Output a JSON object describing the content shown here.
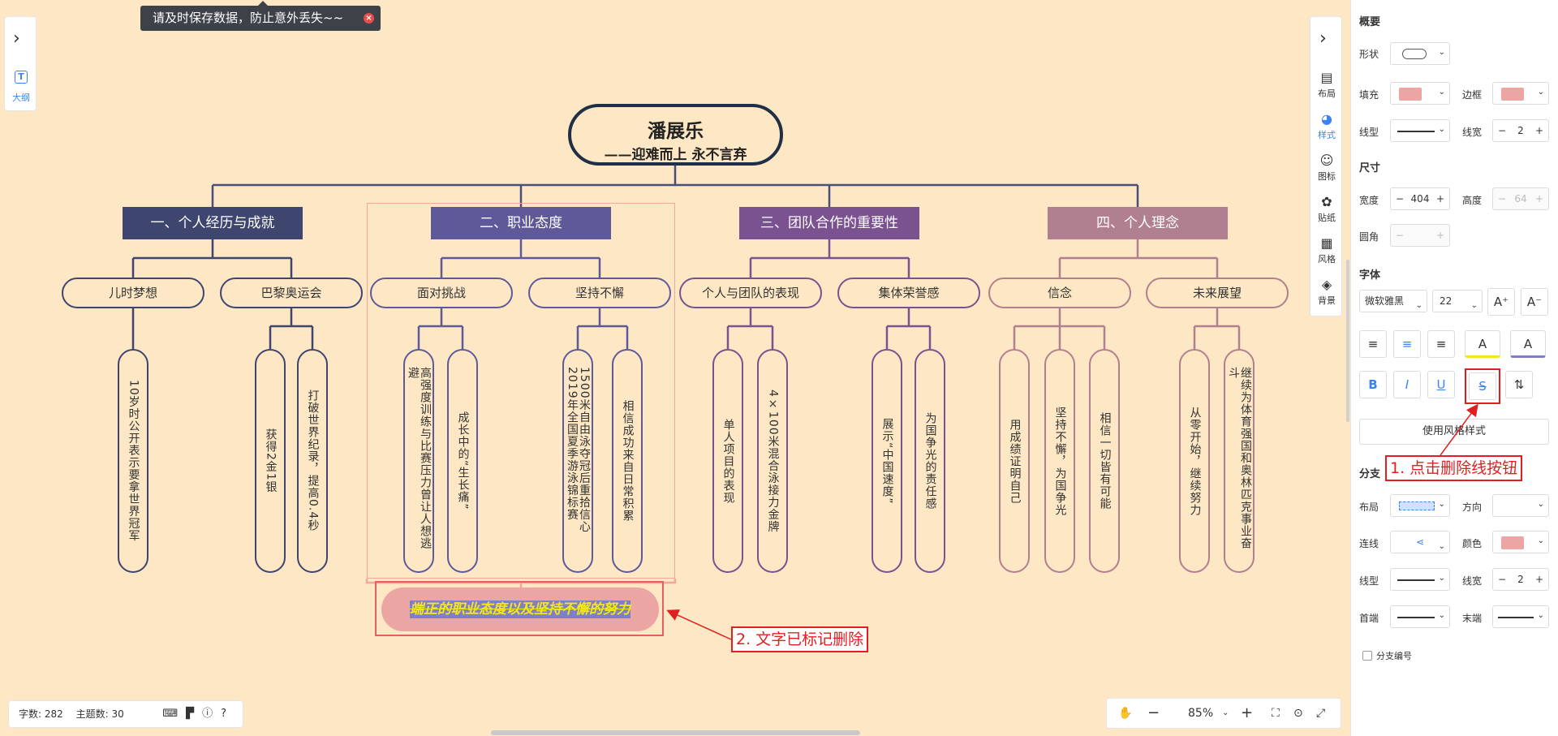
{
  "toast": {
    "message": "请及时保存数据，防止意外丢失~~"
  },
  "left_panel": {
    "outline_label": "大纲"
  },
  "right_strip": {
    "items": [
      "布局",
      "样式",
      "图标",
      "贴纸",
      "风格",
      "背景"
    ],
    "active": "样式"
  },
  "mindmap": {
    "root": {
      "title": "潘展乐",
      "subtitle": "——迎难而上  永不言弃"
    },
    "branches": [
      {
        "title": "一、个人经历与成就",
        "color": "#3e4670",
        "children": [
          {
            "title": "儿时梦想",
            "leaves": [
              "10岁时公开表示要拿世界冠军"
            ]
          },
          {
            "title": "巴黎奥运会",
            "leaves": [
              "获得2金1银",
              "打破世界纪录，提高0.4秒"
            ]
          }
        ]
      },
      {
        "title": "二、职业态度",
        "color": "#5e5a9a",
        "children": [
          {
            "title": "面对挑战",
            "leaves": [
              "高强度训练与比赛压力曾让人想逃避",
              "成长中的“生长痛”"
            ]
          },
          {
            "title": "坚持不懈",
            "leaves": [
              "1500米自由泳夺冠后重拾信心 2019年全国夏季游泳锦标赛",
              "相信成功来自日常积累"
            ]
          }
        ]
      },
      {
        "title": "三、团队合作的重要性",
        "color": "#7a5290",
        "children": [
          {
            "title": "个人与团队的表现",
            "leaves": [
              "单人项目的表现",
              "4×100米混合泳接力金牌"
            ]
          },
          {
            "title": "集体荣誉感",
            "leaves": [
              "展示“中国速度”",
              "为国争光的责任感"
            ]
          }
        ]
      },
      {
        "title": "四、个人理念",
        "color": "#b08090",
        "children": [
          {
            "title": "信念",
            "leaves": [
              "用成绩证明自己",
              "坚持不懈，为国争光",
              "相信一切皆有可能"
            ]
          },
          {
            "title": "未来展望",
            "leaves": [
              "从零开始，继续努力",
              "继续为体育强国和奥林匹克事业奋斗"
            ]
          }
        ]
      }
    ],
    "summary": "端正的职业态度以及坚持不懈的努力"
  },
  "annotations": {
    "a1": "1. 点击删除线按钮",
    "a2": "2. 文字已标记删除"
  },
  "status": {
    "word_count": "字数: 282",
    "topic_count": "主题数: 30"
  },
  "zoom": {
    "level": "85%"
  },
  "style_panel": {
    "overview_title": "概要",
    "shape_label": "形状",
    "fill_label": "填充",
    "border_label": "边框",
    "line_type_label": "线型",
    "line_width_label": "线宽",
    "line_width_value": "2",
    "size_title": "尺寸",
    "width_label": "宽度",
    "width_value": "404",
    "height_label": "高度",
    "height_value": "64",
    "radius_label": "圆角",
    "font_title": "字体",
    "font_family": "微软雅黑",
    "font_size": "22",
    "use_style_button": "使用风格样式",
    "branch_title": "分支",
    "layout_label": "布局",
    "direction_label": "方向",
    "connector_label": "连线",
    "color_label": "颜色",
    "branch_line_type_label": "线型",
    "branch_line_width_label": "线宽",
    "branch_line_width_value": "2",
    "start_label": "首端",
    "end_label": "末端",
    "branch_numbering_label": "分支编号",
    "swatch_color": "#eba6a3",
    "accent": "#3b82f6"
  }
}
